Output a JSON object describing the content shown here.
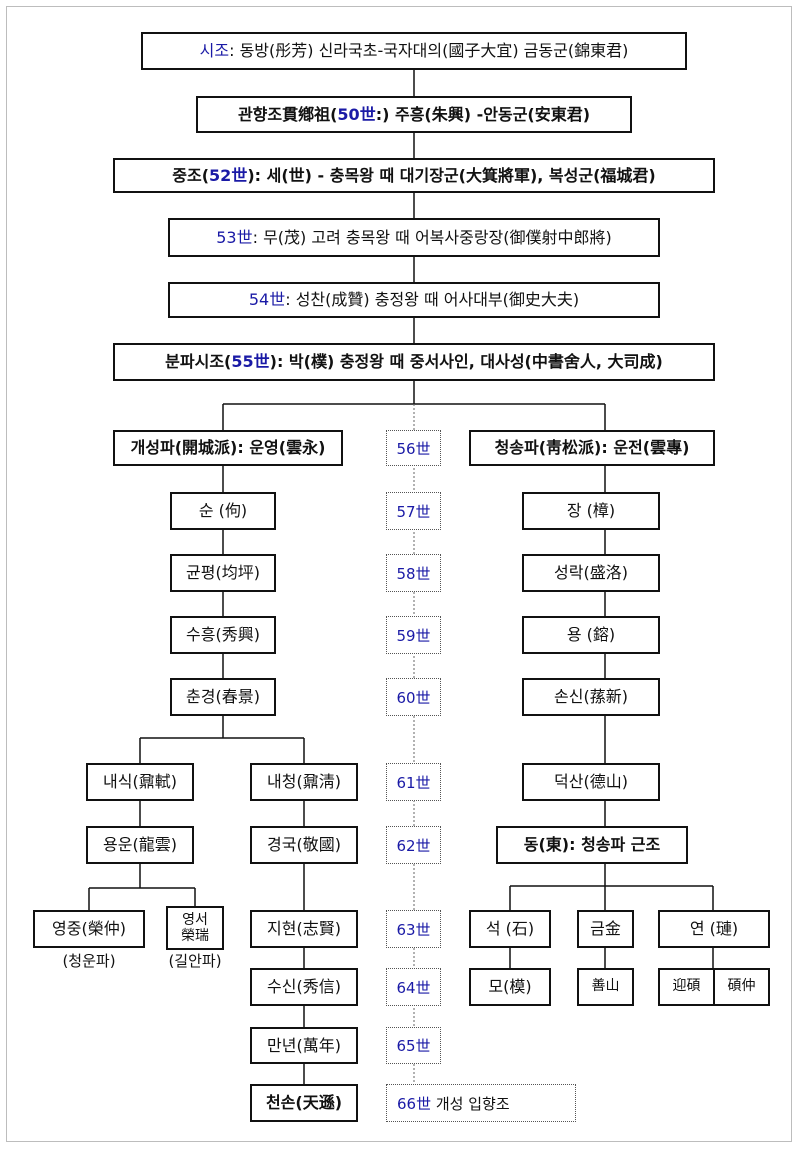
{
  "top_chain": {
    "sijo_prefix": "시조",
    "sijo_rest": ": 동방(彤芳) 신라국초-국자대의(國子大宜) 금동군(錦東君)",
    "gwanhyang_a": "관향조貫鄕祖(",
    "gwanhyang_gen": "50世",
    "gwanhyang_b": ":) 주흥(朱興) -안동군(安東君)",
    "jungjo_a": "중조(",
    "jungjo_gen": "52世",
    "jungjo_b": "): 세(世) - 충목왕 때 대기장군(大箕將軍), 복성군(福城君)",
    "g53_gen": "53世",
    "g53_rest": ": 무(茂) 고려 충목왕 때 어복사중랑장(御僕射中郎將)",
    "g54_gen": "54世",
    "g54_rest": ": 성찬(成贊) 충정왕 때 어사대부(御史大夫)",
    "bunpa_a": "분파시조(",
    "bunpa_gen": "55世",
    "bunpa_b": "): 박(樸) 충정왕 때 중서사인, 대사성(中書舍人, 大司成)"
  },
  "generations": [
    "56世",
    "57世",
    "58世",
    "59世",
    "60世",
    "61世",
    "62世",
    "63世",
    "64世",
    "65世"
  ],
  "final_gen": {
    "gen": "66世",
    "text": " 개성 입향조"
  },
  "gaeseong": {
    "head": "개성파(開城派): 운영(雲永)",
    "g57": "순 (佝)",
    "g58": "균평(均坪)",
    "g59": "수흥(秀興)",
    "g60": "춘경(春景)",
    "g61a": "내식(鼐軾)",
    "g61b": "내청(鼐淸)",
    "g62a": "용운(龍雲)",
    "g62b": "경국(敬國)",
    "g63a": "영중(榮仲)",
    "g63a_note": "(청운파)",
    "g63b_line1": "영서",
    "g63b_line2": "榮瑞",
    "g63b_note": "(길안파)",
    "g63c": "지현(志賢)",
    "g64": "수신(秀信)",
    "g65": "만년(萬年)",
    "g66": "천손(天遜)"
  },
  "cheongsong": {
    "head": "청송파(靑松派): 운전(雲專)",
    "g57": "장 (樟)",
    "g58": "성락(盛洛)",
    "g59": "용 (鎔)",
    "g60": "손신(蓀新)",
    "g61": "덕산(德山)",
    "g62": "동(東): 청송파 근조",
    "g63a": "석 (石)",
    "g63b": "금金",
    "g63c": "연 (璉)",
    "g64a": "모(模)",
    "g64b": "善山",
    "g64c": "迎碩",
    "g64d": "碩仲"
  }
}
